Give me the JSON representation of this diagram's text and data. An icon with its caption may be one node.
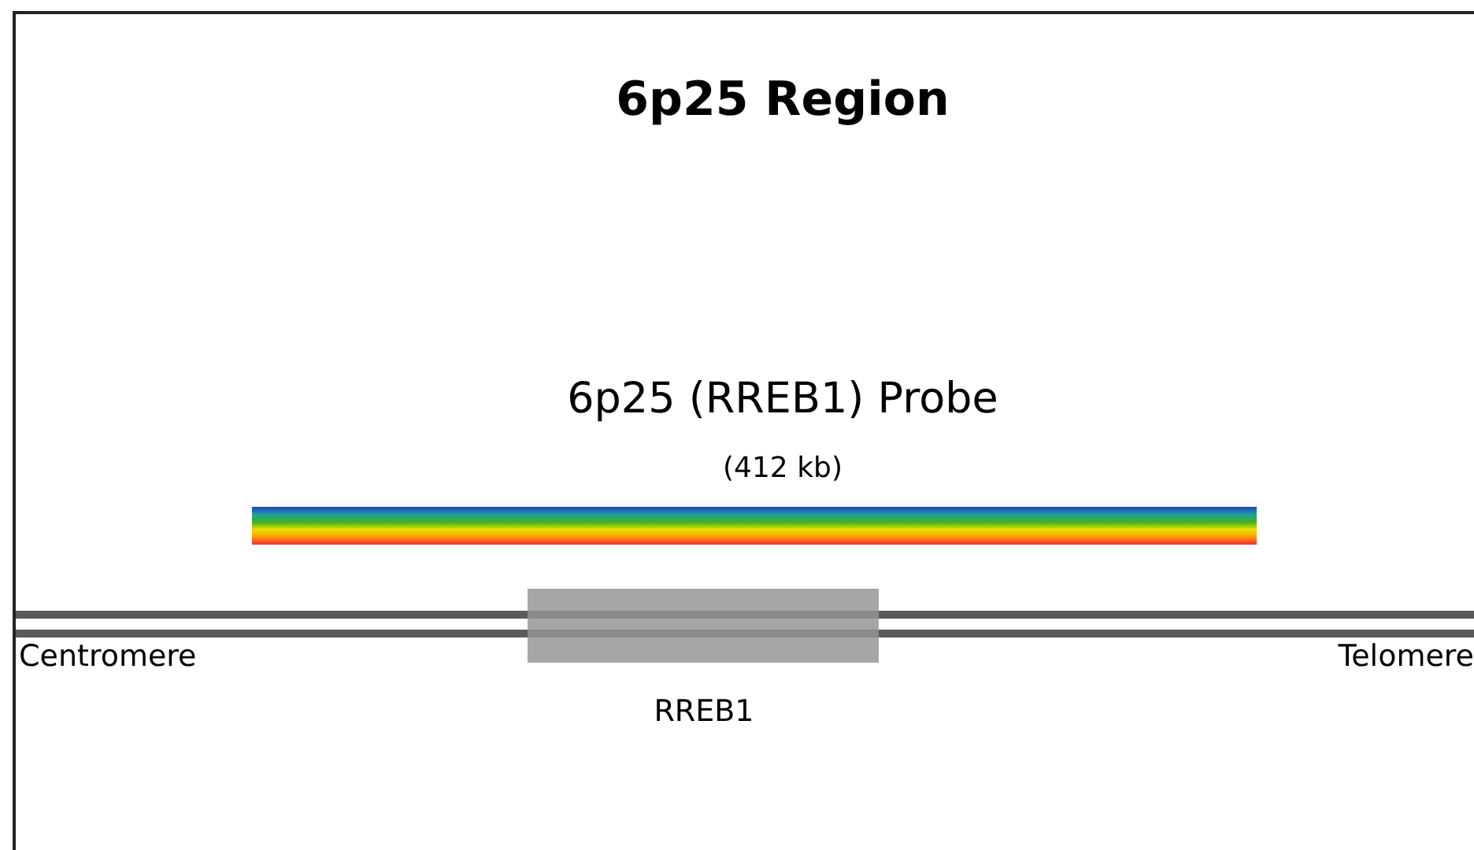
{
  "diagram": {
    "title": "6p25 Region",
    "labels": [
      "6p25 (RREB1) Probe",
      "(412 kb)",
      "Centromere",
      "Telomere",
      "RREB1"
    ]
  }
}
